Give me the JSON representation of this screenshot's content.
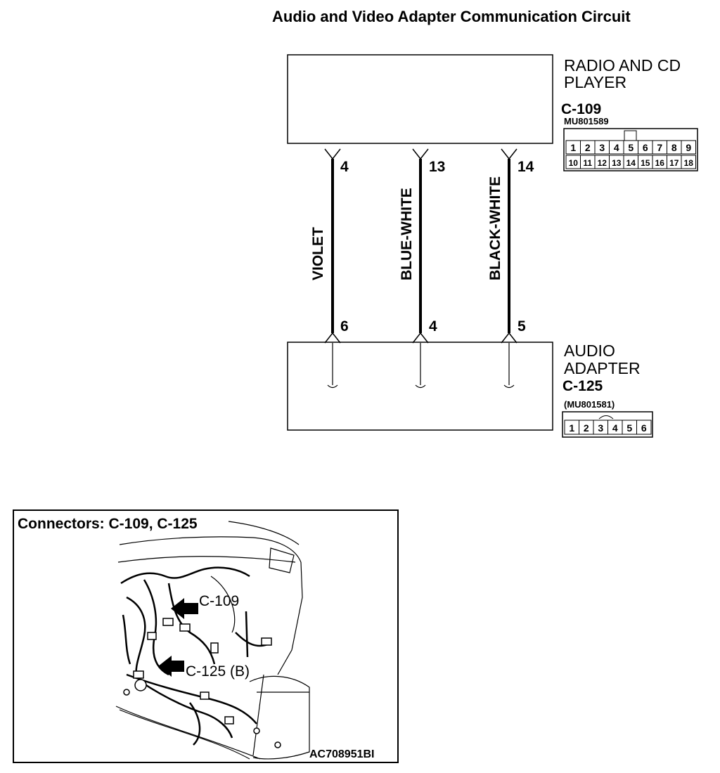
{
  "title": "Audio and Video Adapter Communication Circuit",
  "radio": {
    "label_line1": "RADIO AND CD",
    "label_line2": "PLAYER",
    "connector_id": "C-109",
    "part_number": "MU801589",
    "pins_top": [
      "1",
      "2",
      "3",
      "4",
      "5",
      "6",
      "7",
      "8",
      "9"
    ],
    "pins_bottom": [
      "10",
      "11",
      "12",
      "13",
      "14",
      "15",
      "16",
      "17",
      "18"
    ]
  },
  "adapter": {
    "label_line1": "AUDIO",
    "label_line2": "ADAPTER",
    "connector_id": "C-125",
    "part_number": "(MU801581)",
    "pins": [
      "1",
      "2",
      "3",
      "4",
      "5",
      "6"
    ]
  },
  "wires": [
    {
      "color": "VIOLET",
      "top_pin": "4",
      "bottom_pin": "6"
    },
    {
      "color": "BLUE-WHITE",
      "top_pin": "13",
      "bottom_pin": "4"
    },
    {
      "color": "BLACK-WHITE",
      "top_pin": "14",
      "bottom_pin": "5"
    }
  ],
  "inset": {
    "title": "Connectors: C-109, C-125",
    "callout_c109": "C-109",
    "callout_c125": "C-125 (B)",
    "figure_code": "AC708951BI"
  }
}
